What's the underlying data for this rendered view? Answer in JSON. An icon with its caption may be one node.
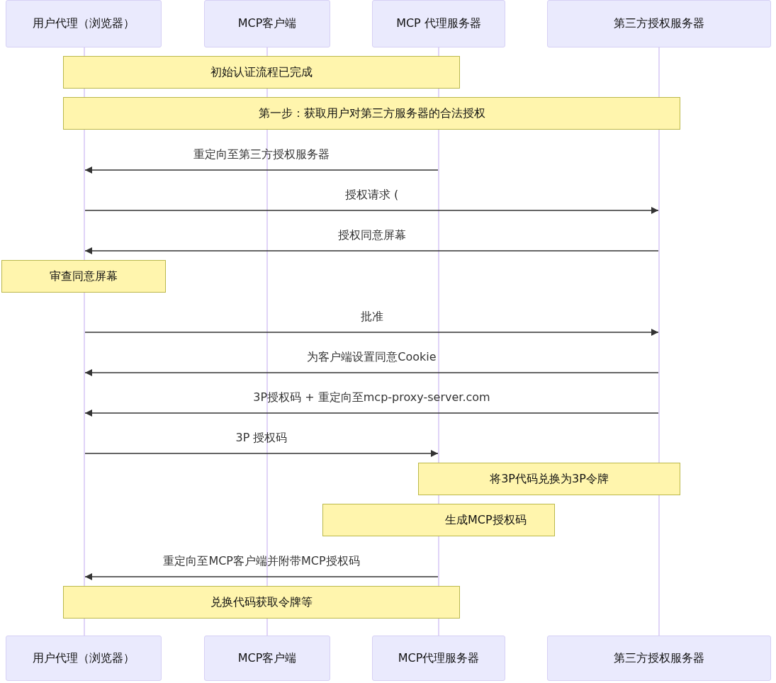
{
  "diagram": {
    "nodes": [
      {
        "text": [
          "用户代理（浏览器）"
        ]
      },
      {
        "text": [
          "MCP客户端"
        ]
      },
      {
        "text": [
          "MCP 代理服务器"
        ]
      },
      {
        "text": [
          "第三方授权服务器"
        ]
      },
      {
        "text": [],
        "shape": "bar"
      },
      {
        "text": [],
        "shape": "bar"
      },
      {
        "text": [],
        "shape": "bar"
      },
      {
        "text": [],
        "shape": "bar"
      },
      {
        "text": [
          "初始认证流程已完成"
        ]
      },
      {
        "text": [
          "第一步：获取用户对第三方服务器的合法授权"
        ]
      },
      {
        "text": [
          "审查同意屏幕"
        ]
      },
      {
        "text": [
          "将3P代码兑换为3P令牌"
        ]
      },
      {
        "text": [
          "生成MCP授权码"
        ]
      },
      {
        "text": [
          "兑换代码获取令牌等"
        ]
      },
      {
        "text": [
          "用户代理（浏览器）"
        ]
      },
      {
        "text": [
          "MCP客户端"
        ]
      },
      {
        "text": [
          "MCP代理服务器"
        ]
      },
      {
        "text": [
          "第三方授权服务器"
        ]
      }
    ],
    "edges": [
      {
        "from": 6,
        "to": 4,
        "arrow": "to",
        "label": "重定向至第三方授权服务器"
      },
      {
        "from": 4,
        "to": 7,
        "arrow": "to",
        "label": "授权请求 ("
      },
      {
        "from": 7,
        "to": 4,
        "arrow": "to",
        "label": "授权同意屏幕"
      },
      {
        "from": 4,
        "to": 7,
        "arrow": "to",
        "label": "批准"
      },
      {
        "from": 7,
        "to": 4,
        "arrow": "to",
        "label": "为客户端设置同意Cookie"
      },
      {
        "from": 7,
        "to": 4,
        "arrow": "to",
        "label": "3P授权码 + 重定向至mcp-proxy-server.com"
      },
      {
        "from": 4,
        "to": 6,
        "arrow": "to",
        "label": "3P 授权码"
      },
      {
        "from": 6,
        "to": 4,
        "arrow": "to",
        "label": "重定向至MCP客户端并附带MCP授权码"
      }
    ]
  }
}
